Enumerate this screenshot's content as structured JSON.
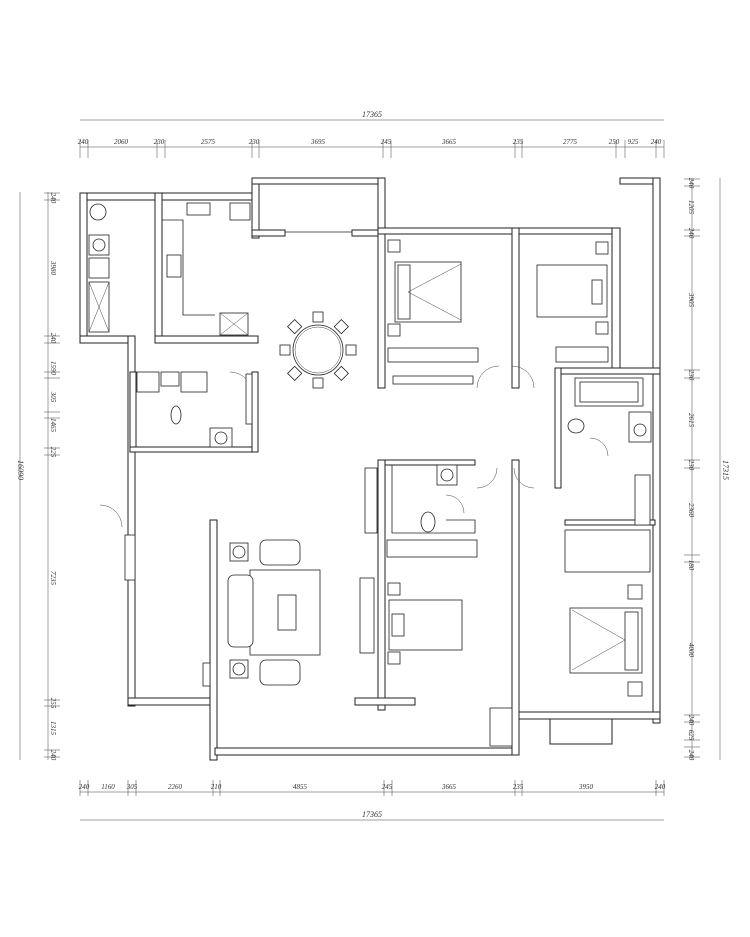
{
  "drawing": {
    "top_overall": "17365",
    "bottom_overall": "17365",
    "left_overall": "16090",
    "right_overall": "17315",
    "top_dims": [
      "240",
      "2060",
      "230",
      "2575",
      "230",
      "3695",
      "245",
      "3665",
      "235",
      "2775",
      "250",
      "925",
      "240"
    ],
    "bottom_dims": [
      "240",
      "1160",
      "305",
      "2260",
      "210",
      "4855",
      "245",
      "3665",
      "235",
      "3950",
      "240"
    ],
    "left_dims": [
      "240",
      "3980",
      "240",
      "1590",
      "305",
      "1465",
      "225",
      "7235",
      "255",
      "1315",
      "240"
    ],
    "right_dims": [
      "240",
      "1205",
      "240",
      "3905",
      "230",
      "2615",
      "230",
      "2360",
      "180",
      "4000",
      "240",
      "625",
      "240"
    ]
  }
}
